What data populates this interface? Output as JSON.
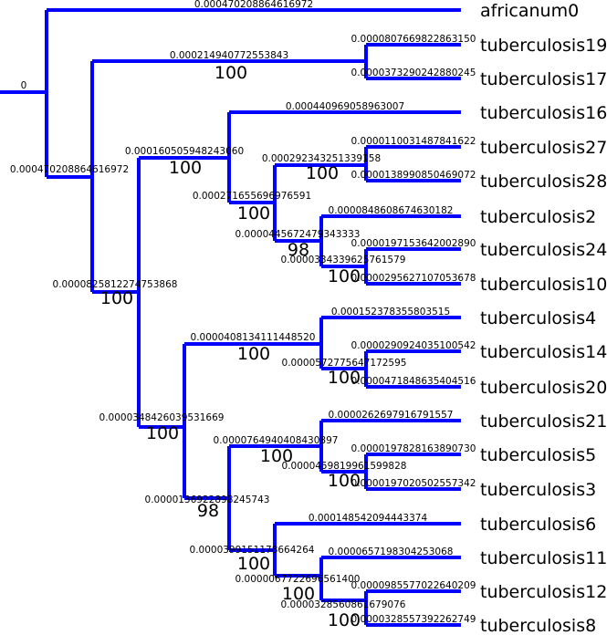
{
  "tree": {
    "root_label": "0",
    "clade_a": {
      "length": "0.000470208864616972"
    },
    "clade_b": {
      "length": "0.000214940772553843",
      "support": "100"
    },
    "clade_c": {
      "length": "0.0000825812274753868",
      "support": "100"
    },
    "clade_d": {
      "length": "0.000160505948243060",
      "support": "100"
    },
    "clade_e": {
      "length": "0.000271655696976591",
      "support": "100"
    },
    "clade_f": {
      "length": "0.000292343251339158",
      "support": "100"
    },
    "clade_g": {
      "length": "0.0000445672479343333",
      "support": "98"
    },
    "clade_h": {
      "length": "0.0000334339625761579",
      "support": "100"
    },
    "clade_i": {
      "length": "0.0000348426039531669",
      "support": "100"
    },
    "clade_j": {
      "length": "0.0000408134111448520",
      "support": "100"
    },
    "clade_k": {
      "length": "0.0000572775647172595",
      "support": "100"
    },
    "clade_l": {
      "length": "0.0000136922898245743",
      "support": "98"
    },
    "clade_m": {
      "length": "0.0000764940408430897",
      "support": "100"
    },
    "clade_n": {
      "length": "0.0000459819961599828",
      "support": "100"
    },
    "clade_o": {
      "length": "0.0000399151178664264",
      "support": "100"
    },
    "clade_p": {
      "length": "0.0000067722696561400",
      "support": "100"
    },
    "clade_q": {
      "length": "0.0000328560861679076",
      "support": "100"
    },
    "leaves": [
      {
        "name": "africanum0",
        "length": "0.000470208864616972"
      },
      {
        "name": "tuberculosis19",
        "length": "0.0000807669822863150"
      },
      {
        "name": "tuberculosis17",
        "length": "0.0000373290242880245"
      },
      {
        "name": "tuberculosis16",
        "length": "0.000440969058963007"
      },
      {
        "name": "tuberculosis27",
        "length": "0.0000110031487841622"
      },
      {
        "name": "tuberculosis28",
        "length": "0.0000138990850469072"
      },
      {
        "name": "tuberculosis2",
        "length": "0.0000848608674630182"
      },
      {
        "name": "tuberculosis24",
        "length": "0.0000197153642002890"
      },
      {
        "name": "tuberculosis10",
        "length": "0.0000295627107053678"
      },
      {
        "name": "tuberculosis4",
        "length": "0.000152378355803515"
      },
      {
        "name": "tuberculosis14",
        "length": "0.0000290924035100542"
      },
      {
        "name": "tuberculosis20",
        "length": "0.0000471848635404516"
      },
      {
        "name": "tuberculosis21",
        "length": "0.0000262697916791557"
      },
      {
        "name": "tuberculosis5",
        "length": "0.0000197828163890730"
      },
      {
        "name": "tuberculosis3",
        "length": "0.0000197020502557342"
      },
      {
        "name": "tuberculosis6",
        "length": "0.000148542094443374"
      },
      {
        "name": "tuberculosis11",
        "length": "0.0000657198304253068"
      },
      {
        "name": "tuberculosis12",
        "length": "0.0000985577022640209"
      },
      {
        "name": "tuberculosis8",
        "length": "0.0000328557392262749"
      }
    ]
  }
}
